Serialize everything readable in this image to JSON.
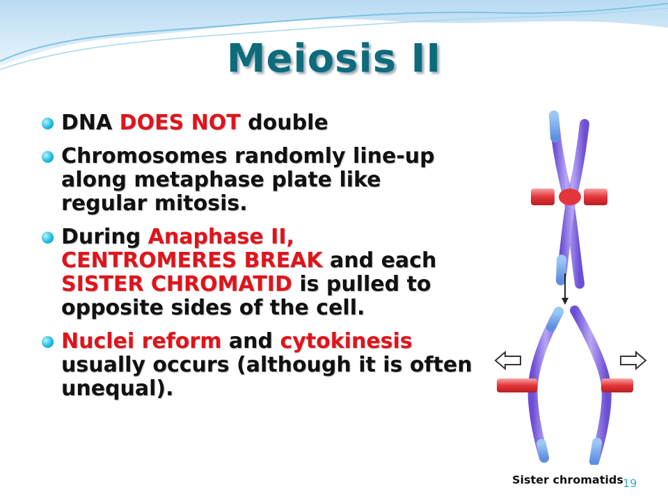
{
  "title": "Meiosis II",
  "bullets": [
    {
      "parts": [
        {
          "text": "DNA ",
          "red": false
        },
        {
          "text": "DOES NOT",
          "red": true
        },
        {
          "text": " double",
          "red": false
        }
      ]
    },
    {
      "parts": [
        {
          "text": "Chromosomes randomly line-up along metaphase plate like regular mitosis.",
          "red": false
        }
      ]
    },
    {
      "parts": [
        {
          "text": "During ",
          "red": false
        },
        {
          "text": "Anaphase II, CENTROMERES BREAK",
          "red": true
        },
        {
          "text": " and each ",
          "red": false
        },
        {
          "text": "SISTER CHROMATID",
          "red": true
        },
        {
          "text": " is pulled to opposite sides of the cell.",
          "red": false
        }
      ]
    },
    {
      "parts": [
        {
          "text": "Nuclei reform",
          "red": true
        },
        {
          "text": " and ",
          "red": false
        },
        {
          "text": "cytokinesis",
          "red": true
        },
        {
          "text": " usually occurs (although it is often unequal).",
          "red": false
        }
      ]
    }
  ],
  "figure": {
    "caption": "Sister chromatids"
  },
  "slide_number": "19",
  "colors": {
    "title": "#0d6b7b",
    "highlight": "#e0141b",
    "bullet": "#1fbde0",
    "chromosome": "#8f72e6",
    "centromere": "#e4353a"
  }
}
